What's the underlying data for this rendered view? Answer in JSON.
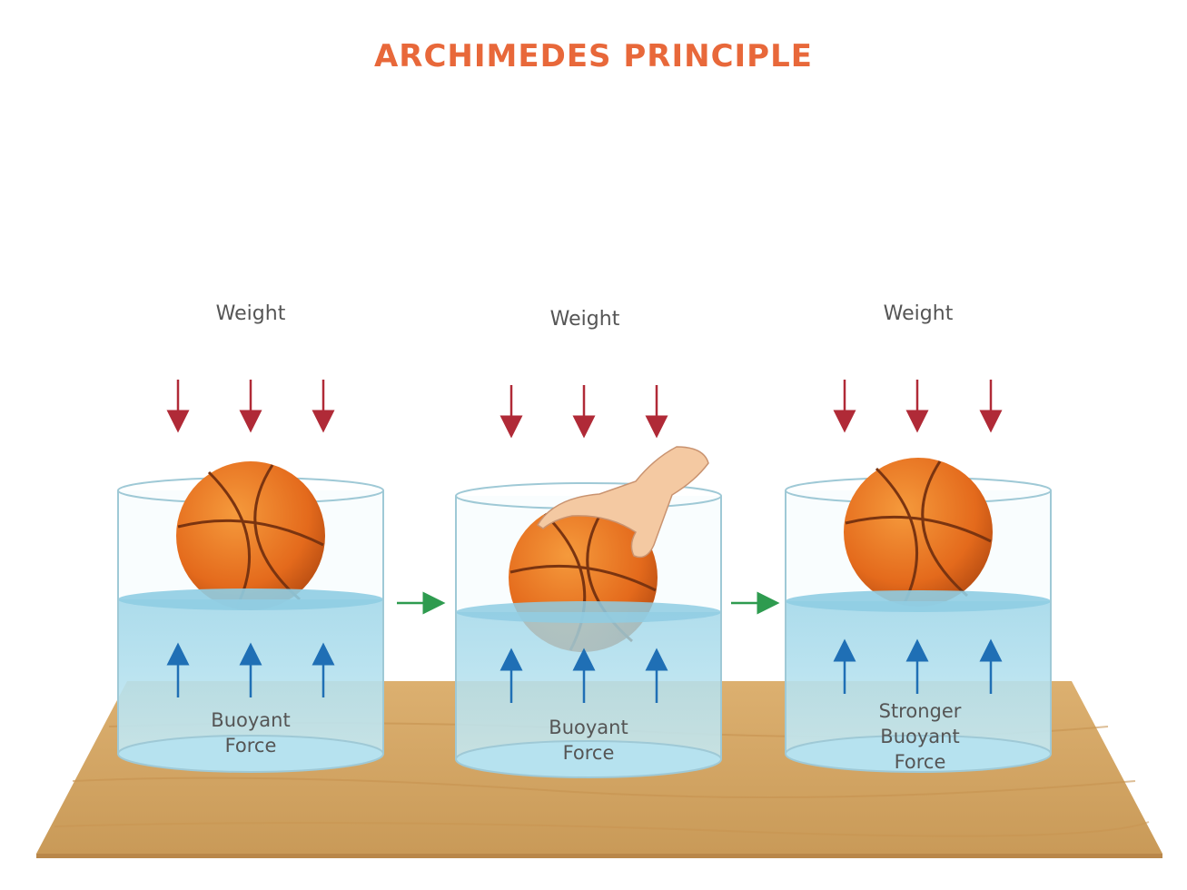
{
  "title": "ARCHIMEDES PRINCIPLE",
  "colors": {
    "title": "#e8683a",
    "weight_arrow": "#b02a37",
    "buoyant_arrow": "#1f6fb5",
    "transition_arrow": "#2e9b4f",
    "water": "#a9dceb",
    "table": "#d9ac6c"
  },
  "panels": [
    {
      "weight_label": "Weight",
      "buoyant_label": [
        "Buoyant",
        "Force"
      ]
    },
    {
      "weight_label": "Weight",
      "buoyant_label": [
        "Buoyant",
        "Force"
      ]
    },
    {
      "weight_label": "Weight",
      "buoyant_label": [
        "Stronger",
        "Buoyant",
        "Force"
      ]
    }
  ],
  "icons": [
    "basketball-icon",
    "hand-icon",
    "down-arrow-icon",
    "up-arrow-icon",
    "right-arrow-icon"
  ]
}
